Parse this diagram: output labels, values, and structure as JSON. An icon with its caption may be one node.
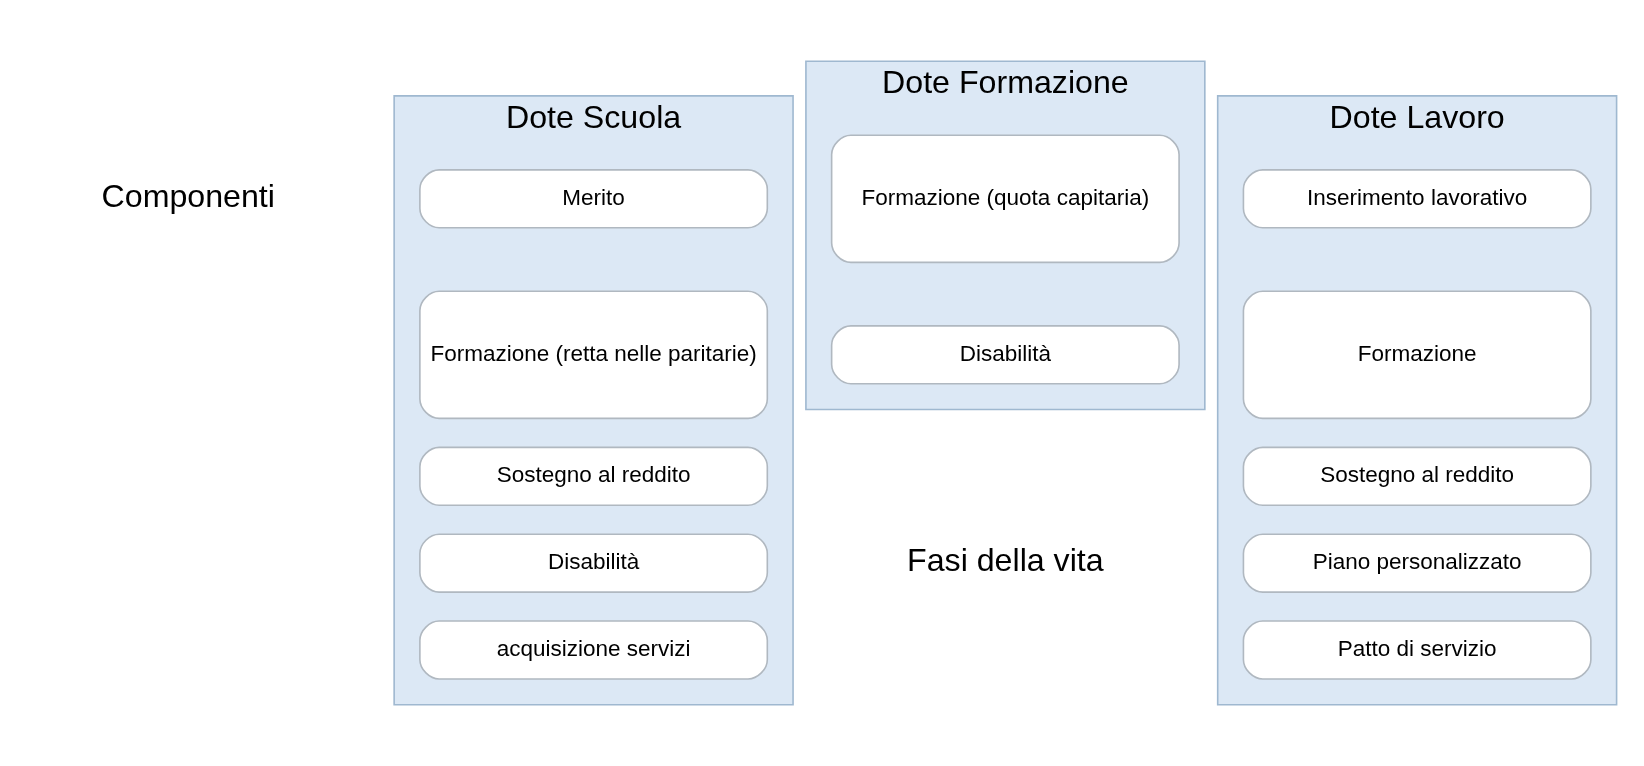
{
  "diagram": {
    "nodes": [
      {
        "text": [
          "Dote Scuola"
        ]
      },
      {
        "text": [
          "Merito"
        ],
        "in": 0
      },
      {
        "text": [
          "Formazione (retta nelle paritarie)"
        ],
        "in": 0
      },
      {
        "text": [
          "Sostegno al reddito"
        ],
        "in": 0
      },
      {
        "text": [
          "Disabilità"
        ],
        "in": 0
      },
      {
        "text": [
          "acquisizione servizi"
        ],
        "in": 0
      },
      {
        "text": [
          "Dote Formazione"
        ]
      },
      {
        "text": [
          "Formazione (quota capitaria)"
        ],
        "in": 6
      },
      {
        "text": [
          "Disabilità"
        ],
        "in": 6
      },
      {
        "text": [
          "Dote Lavoro"
        ]
      },
      {
        "text": [
          "Inserimento lavorativo"
        ],
        "in": 9
      },
      {
        "text": [
          "Formazione"
        ],
        "in": 9
      },
      {
        "text": [
          "Sostegno al reddito"
        ],
        "in": 9
      },
      {
        "text": [
          "Piano personalizzato"
        ],
        "in": 9
      },
      {
        "text": [
          "Patto di servizio"
        ],
        "in": 9
      }
    ],
    "labels": [
      "Componenti",
      "Fasi della vita"
    ]
  }
}
